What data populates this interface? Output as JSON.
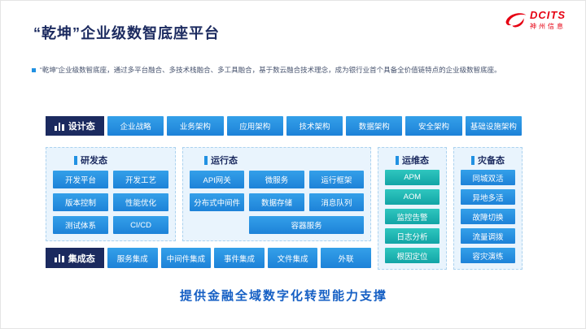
{
  "logo": {
    "brand": "DCITS",
    "company": "神州信息"
  },
  "title": "“乾坤”企业级数智底座平台",
  "intro": "“乾坤”企业级数智底座，通过多平台融合、多技术栈融合、多工具融合，基于数云融合技术理念，成为银行业首个具备全价值链特点的企业级数智底座。",
  "design_row": {
    "label": "设计态",
    "items": [
      "企业战略",
      "业务架构",
      "应用架构",
      "技术架构",
      "数据架构",
      "安全架构",
      "基础设施架构"
    ]
  },
  "dev_panel": {
    "label": "研发态",
    "items": [
      "开发平台",
      "开发工艺",
      "版本控制",
      "性能优化",
      "测试体系",
      "CI/CD"
    ]
  },
  "runtime_panel": {
    "label": "运行态",
    "items": [
      "API网关",
      "微服务",
      "运行框架",
      "分布式中间件",
      "数据存储",
      "消息队列"
    ],
    "container_item": "容器服务"
  },
  "ops_panel": {
    "label": "运维态",
    "items": [
      "APM",
      "AOM",
      "监控告警",
      "日志分析",
      "根因定位"
    ]
  },
  "dr_panel": {
    "label": "灾备态",
    "items": [
      "同城双活",
      "异地多活",
      "故障切换",
      "流量调拨",
      "容灾演练"
    ]
  },
  "integration_row": {
    "label": "集成态",
    "items": [
      "服务集成",
      "中间件集成",
      "事件集成",
      "文件集成",
      "外联"
    ]
  },
  "footer": "提供金融全域数字化转型能力支撑",
  "colors": {
    "navy": "#1b2a5f",
    "blue": "#2191e2",
    "teal": "#1fb5b1",
    "panel_bg": "#e9f4fd",
    "footer_blue": "#155fc4",
    "brand_red": "#e60012"
  }
}
